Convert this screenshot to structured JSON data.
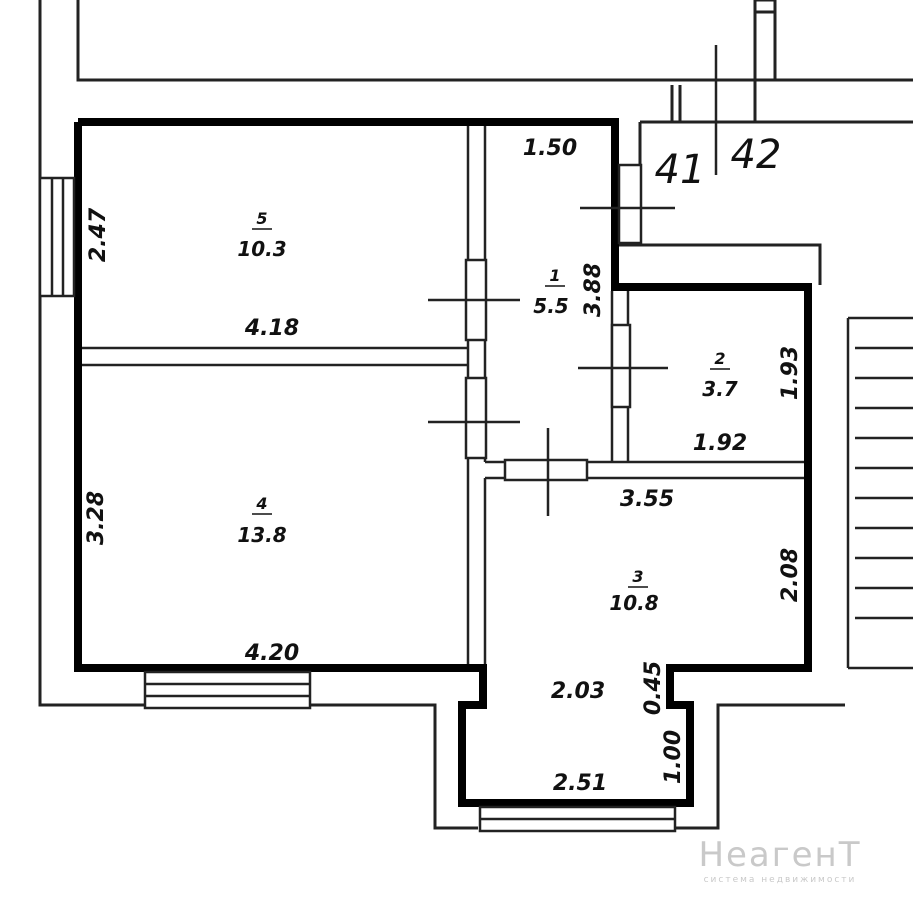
{
  "plan": {
    "rooms": [
      {
        "id": "5",
        "number": "5",
        "area": "10.3"
      },
      {
        "id": "1",
        "number": "1",
        "area": "5.5"
      },
      {
        "id": "2",
        "number": "2",
        "area": "3.7"
      },
      {
        "id": "4",
        "number": "4",
        "area": "13.8"
      },
      {
        "id": "3",
        "number": "3",
        "area": "10.8"
      }
    ],
    "dimensions": {
      "d150": "1.50",
      "d247": "2.47",
      "d418": "4.18",
      "d388": "3.88",
      "d193": "1.93",
      "d192": "1.92",
      "d355": "3.55",
      "d328": "3.28",
      "d208": "2.08",
      "d420": "4.20",
      "d203": "2.03",
      "d045": "0.45",
      "d100": "1.00",
      "d251": "2.51"
    },
    "labels": {
      "a41": "41",
      "a42": "42"
    }
  },
  "watermark": {
    "brand": "НеагенТ",
    "tagline": "система недвижимости"
  },
  "colors": {
    "wall": "#000000",
    "line": "#222222",
    "watermark": "#c9c9c9"
  }
}
